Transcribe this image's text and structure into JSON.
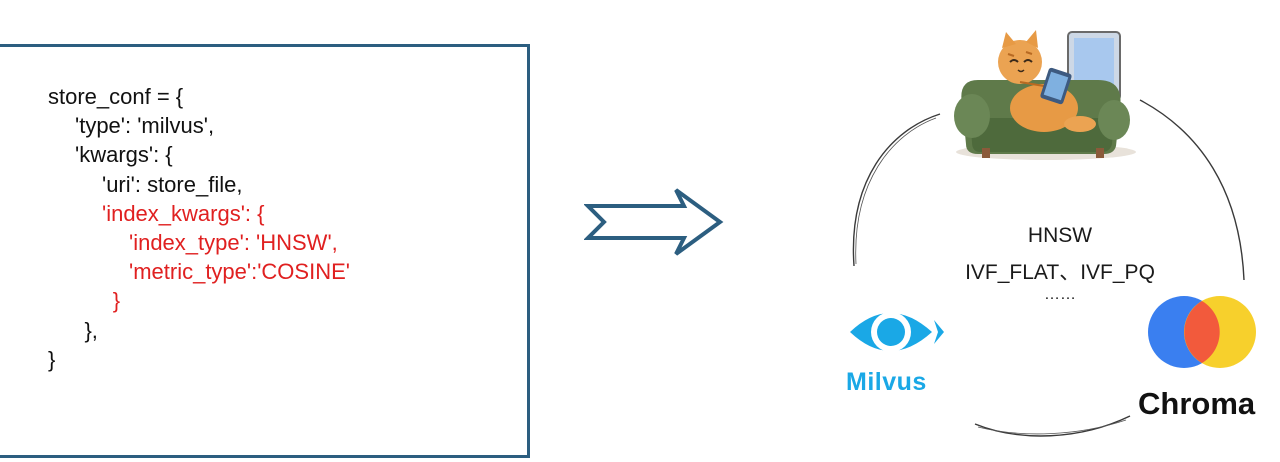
{
  "code": {
    "lines": [
      {
        "text": "store_conf = {",
        "indent": 0,
        "highlight": false
      },
      {
        "text": "'type': 'milvus',",
        "indent": 1,
        "highlight": false
      },
      {
        "text": "'kwargs': {",
        "indent": 1,
        "highlight": false
      },
      {
        "text": "'uri': store_file,",
        "indent": 2,
        "highlight": false
      },
      {
        "text": "'index_kwargs': {",
        "indent": 2,
        "highlight": true
      },
      {
        "text": "'index_type': 'HNSW',",
        "indent": 3,
        "highlight": true
      },
      {
        "text": "'metric_type':'COSINE'",
        "indent": 3,
        "highlight": true
      },
      {
        "text": "}",
        "indent": 2.4,
        "highlight": true
      },
      {
        "text": "},",
        "indent": 1.35,
        "highlight": false
      },
      {
        "text": "}",
        "indent": 0,
        "highlight": false
      }
    ]
  },
  "index_types": {
    "line1": "HNSW",
    "line2": "IVF_FLAT、IVF_PQ",
    "line3": "……"
  },
  "logos": {
    "milvus": "Milvus",
    "chroma": "Chroma"
  },
  "colors": {
    "box_border": "#2c5e80",
    "highlight_text": "#e02020",
    "milvus_blue": "#1aa8e6",
    "chroma_blue": "#3a7ff0",
    "chroma_red": "#f25a3c",
    "chroma_yellow": "#f7d02c"
  },
  "icons": {
    "arrow": "right-chevron-arrow-icon",
    "milvus": "milvus-eye-icon",
    "chroma": "chroma-circles-icon",
    "illustration": "cat-on-sofa-illustration"
  }
}
